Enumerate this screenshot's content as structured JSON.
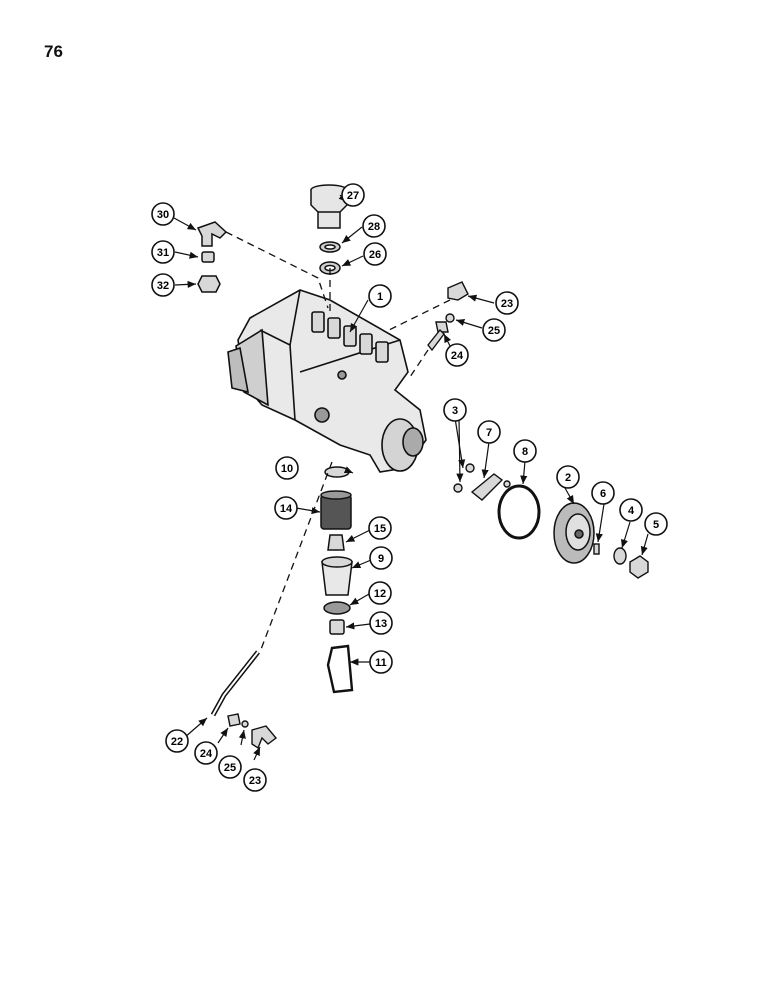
{
  "page": {
    "number": "76"
  },
  "callouts": [
    {
      "id": "c1",
      "label": "1"
    },
    {
      "id": "c2",
      "label": "2"
    },
    {
      "id": "c3",
      "label": "3"
    },
    {
      "id": "c4",
      "label": "4"
    },
    {
      "id": "c5",
      "label": "5"
    },
    {
      "id": "c6",
      "label": "6"
    },
    {
      "id": "c7",
      "label": "7"
    },
    {
      "id": "c8",
      "label": "8"
    },
    {
      "id": "c9",
      "label": "9"
    },
    {
      "id": "c10",
      "label": "10"
    },
    {
      "id": "c11",
      "label": "11"
    },
    {
      "id": "c12",
      "label": "12"
    },
    {
      "id": "c13",
      "label": "13"
    },
    {
      "id": "c14",
      "label": "14"
    },
    {
      "id": "c15",
      "label": "15"
    },
    {
      "id": "c22",
      "label": "22"
    },
    {
      "id": "c23a",
      "label": "23"
    },
    {
      "id": "c23b",
      "label": "23"
    },
    {
      "id": "c24a",
      "label": "24"
    },
    {
      "id": "c24b",
      "label": "24"
    },
    {
      "id": "c25a",
      "label": "25"
    },
    {
      "id": "c25b",
      "label": "25"
    },
    {
      "id": "c26",
      "label": "26"
    },
    {
      "id": "c27",
      "label": "27"
    },
    {
      "id": "c28",
      "label": "28"
    },
    {
      "id": "c30",
      "label": "30"
    },
    {
      "id": "c31",
      "label": "31"
    },
    {
      "id": "c32",
      "label": "32"
    }
  ]
}
